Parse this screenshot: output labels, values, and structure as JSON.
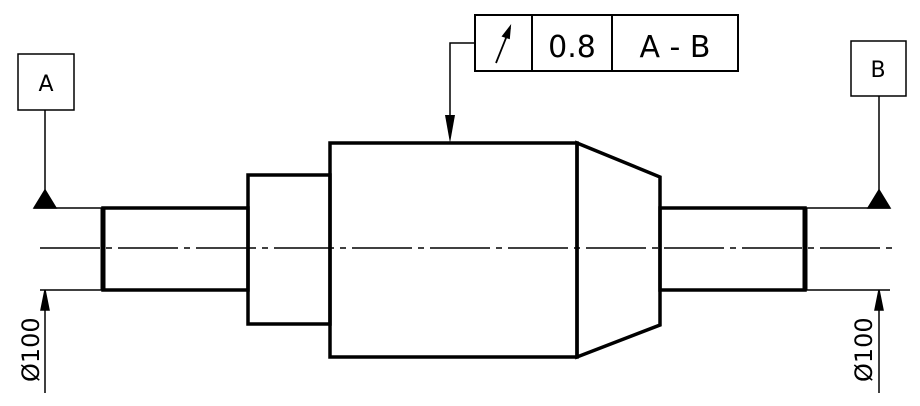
{
  "datum_left": {
    "label": "A",
    "dimension": "Ø100"
  },
  "datum_right": {
    "label": "B",
    "dimension": "Ø100"
  },
  "feature_control_frame": {
    "symbol": "circular-runout-icon",
    "tolerance": "0.8",
    "datum_reference": "A - B"
  },
  "colors": {
    "line": "#000000",
    "background": "#ffffff"
  }
}
